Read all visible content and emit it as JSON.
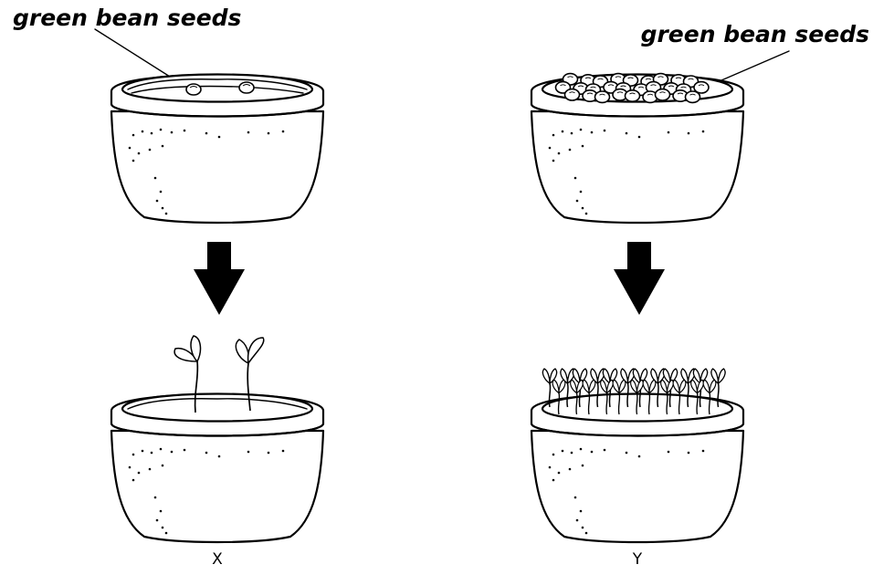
{
  "labels": {
    "seed_label_left": "green bean seeds",
    "seed_label_right": "green bean seeds",
    "caption_x": "X",
    "caption_y": "Y"
  },
  "colors": {
    "ink": "#000000",
    "paper": "#ffffff"
  },
  "icons": {
    "arrow": "down-arrow-icon"
  }
}
